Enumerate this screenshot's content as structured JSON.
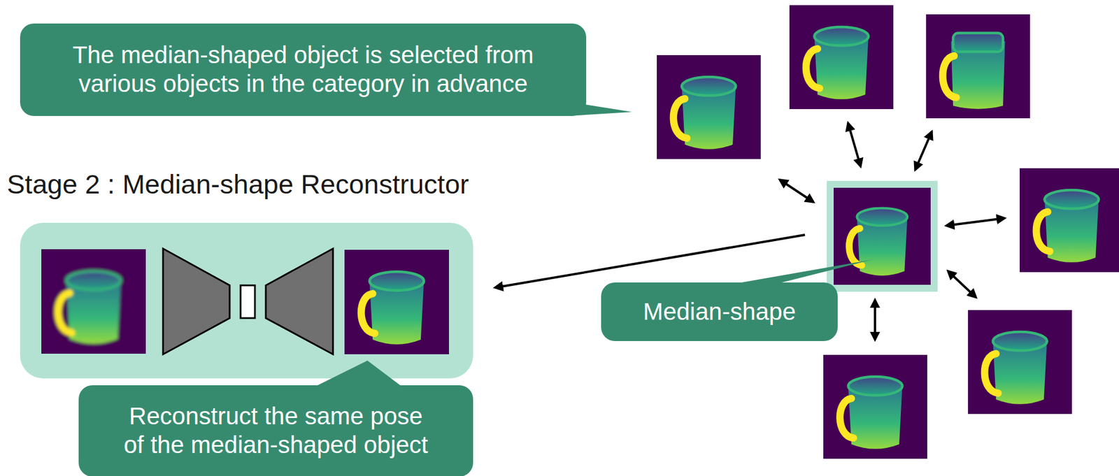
{
  "diagram": {
    "nodes": [
      {
        "text": [
          "The median-shaped object is selected from various objects in the category in advance"
        ]
      },
      {
        "text": [
          "Median-shape"
        ]
      },
      {
        "text": [
          "Reconstruct the same pose of the median-shaped object"
        ]
      }
    ],
    "labels": [
      "Stage 2 : Median-shape Reconstructor"
    ]
  }
}
